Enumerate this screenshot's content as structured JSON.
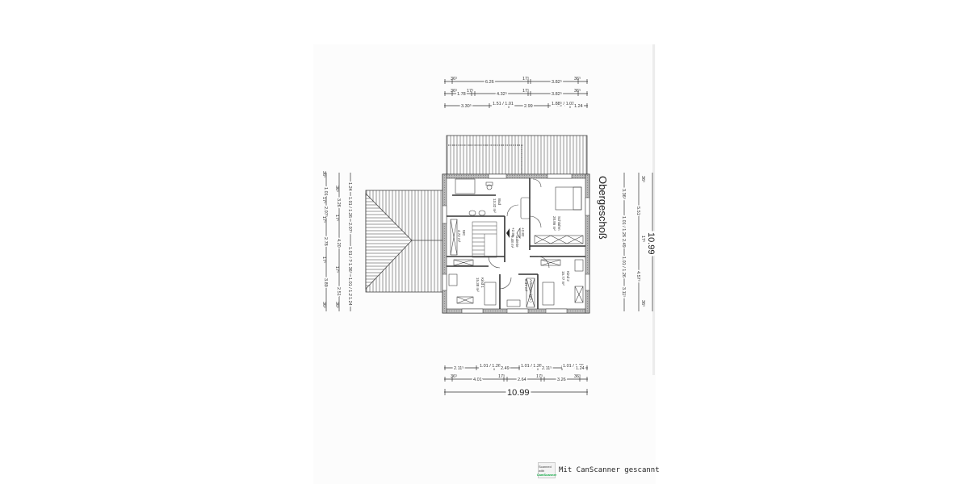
{
  "plan": {
    "title": "Obergeschoß",
    "rooms": [
      {
        "name": "Bad",
        "area": "13.32 m²"
      },
      {
        "name": "Schlafen",
        "area": "20.86 m²"
      },
      {
        "name": "WC",
        "area": "4.72 m²"
      },
      {
        "name": "Galerie",
        "area": "9.48 m²"
      },
      {
        "name": "Kind 1",
        "area": "15.38 m²"
      },
      {
        "name": "Kind 2",
        "area": "15.77 m²"
      },
      {
        "name": "Arbeiten (grh.)",
        "area": "6.47 m²"
      }
    ],
    "levels": [
      "+2.96",
      "+2.82"
    ],
    "dimensions": {
      "top_row1": [
        "36⁵",
        "6.26",
        "17⁵",
        "3.82⁵",
        "36⁵"
      ],
      "top_row2": [
        "36⁵",
        "1.78",
        "17⁵",
        "4.32⁵",
        "17⁵",
        "3.82⁵",
        "36⁵"
      ],
      "top_row3": [
        "3.30⁵",
        "1.51 / 1.01",
        "2.99",
        "1.88⁵ / 1.01",
        "1.24"
      ],
      "bottom_row1": [
        "2.11⁵",
        "1.01 / 1.26",
        "2.49",
        "1.01 / 1.26",
        "2.11⁵",
        "1.01 / 1.26",
        "1.24"
      ],
      "bottom_row2": [
        "36⁵",
        "4.01",
        "17⁵",
        "2.64",
        "17⁵",
        "3.26",
        "36⁵"
      ],
      "bottom_total": "10.99",
      "left_col1": [
        "36⁵",
        "1.01",
        "17⁵",
        "2.07⁵",
        "17⁵",
        "2.78",
        "17⁵",
        "3.89",
        "36⁵"
      ],
      "left_col2": [
        "36⁵",
        "3.26",
        "17⁵",
        "4.20",
        "17⁵",
        "2.51",
        "36⁵"
      ],
      "left_col3": [
        "1.24",
        "1.01 / 1.26",
        "2.07⁵",
        "1.01 / 76",
        "1.36⁵",
        "1.01 / 1.26",
        "1.24"
      ],
      "right_col1": [
        "3.36⁵",
        "1.01 / 1.26",
        "2.49",
        "1.01 / 1.26",
        "3.11⁵"
      ],
      "right_col2": [
        "36⁵",
        "5.51",
        "17⁵",
        "4.57⁵",
        "36⁵"
      ],
      "right_total": "10.99"
    }
  },
  "footer": {
    "logo_line1": "Scanned with",
    "logo_line2": "CamScanner",
    "text": "Mit CanScanner gescannt"
  }
}
